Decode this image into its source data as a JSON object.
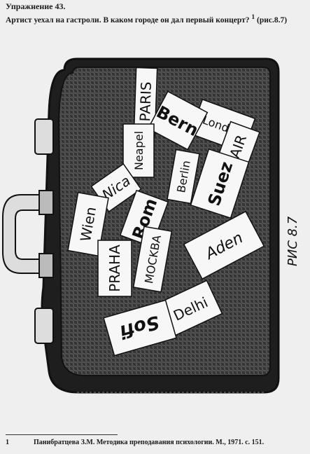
{
  "exercise": {
    "title": "Упражнение 43.",
    "question": "Артист уехал на гастроли. В каком городе он дал первый концерт? ",
    "ref_mark": "1",
    "ref_figure": " (рис.8.7)"
  },
  "figure": {
    "caption": "РИС 8.7",
    "stickers": [
      {
        "text": "London"
      },
      {
        "text": "PARIS"
      },
      {
        "text": "Bern"
      },
      {
        "text": "Neapel"
      },
      {
        "text": "Berlin"
      },
      {
        "text": "KAIR"
      },
      {
        "text": "Nica"
      },
      {
        "text": "Suez"
      },
      {
        "text": "Wien"
      },
      {
        "text": "Rom"
      },
      {
        "text": "MOCKBA"
      },
      {
        "text": "PRAHA"
      },
      {
        "text": "Aden"
      },
      {
        "text": "Delhi"
      },
      {
        "text": "Sofi"
      }
    ]
  },
  "footnote": {
    "number": "1",
    "text": "Панибратцева З.М. Методика преподавания психологии. М., 1971. с. 151."
  },
  "colors": {
    "paper": "#efefef",
    "suitcase_body": "#3a3a3a",
    "suitcase_edge": "#111111",
    "sticker": "#f7f7f7",
    "ink": "#1a1a1a"
  }
}
